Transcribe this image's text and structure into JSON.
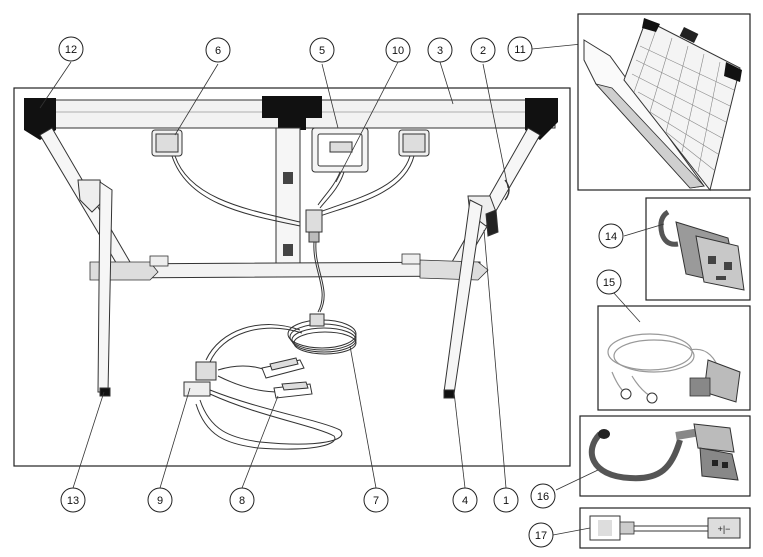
{
  "callouts": {
    "c1": "1",
    "c2": "2",
    "c3": "3",
    "c4": "4",
    "c5": "5",
    "c6": "6",
    "c7": "7",
    "c8": "8",
    "c9": "9",
    "c10": "10",
    "c11": "11",
    "c12": "12",
    "c13": "13",
    "c14": "14",
    "c15": "15",
    "c16": "16",
    "c17": "17"
  },
  "colors": {
    "line": "#222222",
    "frame_fill": "#f4f4f4",
    "dark": "#111111",
    "mid_gray": "#8a8a8a",
    "light_gray": "#d9d9d9"
  }
}
